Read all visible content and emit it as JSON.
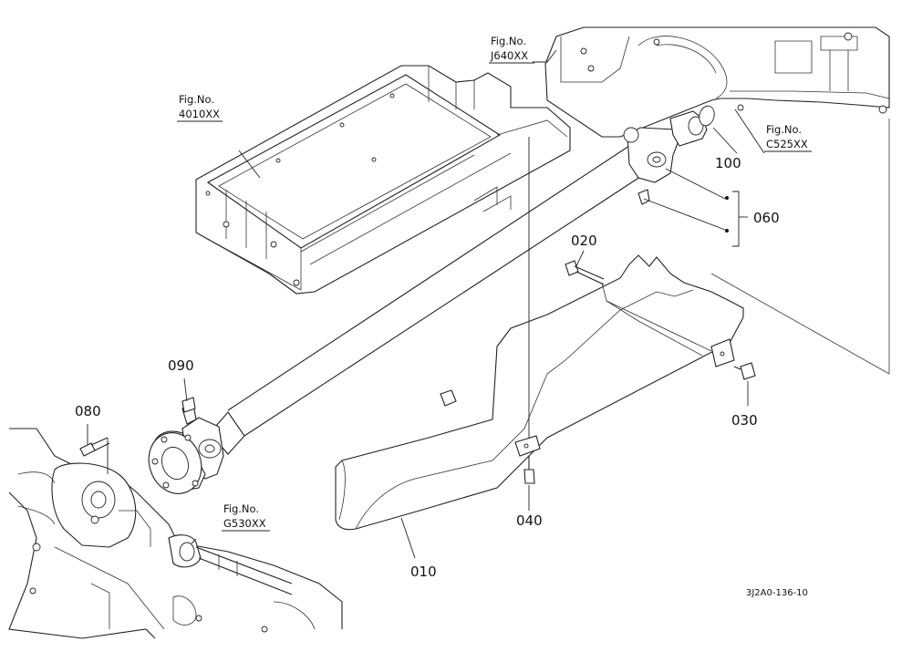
{
  "parts": [
    {
      "id": "p010",
      "label": "010"
    },
    {
      "id": "p020",
      "label": "020"
    },
    {
      "id": "p030",
      "label": "030"
    },
    {
      "id": "p040",
      "label": "040"
    },
    {
      "id": "p060",
      "label": "060"
    },
    {
      "id": "p080",
      "label": "080"
    },
    {
      "id": "p090",
      "label": "090"
    },
    {
      "id": "p100",
      "label": "100"
    }
  ],
  "figure_refs": [
    {
      "id": "fig-4010",
      "prefix": "Fig.No.",
      "code": "4010XX"
    },
    {
      "id": "fig-j640",
      "prefix": "Fig.No.",
      "code": "J640XX"
    },
    {
      "id": "fig-c525",
      "prefix": "Fig.No.",
      "code": "C525XX"
    },
    {
      "id": "fig-g530",
      "prefix": "Fig.No.",
      "code": "G530XX"
    }
  ],
  "drawing_code": "3J2A0-136-10"
}
